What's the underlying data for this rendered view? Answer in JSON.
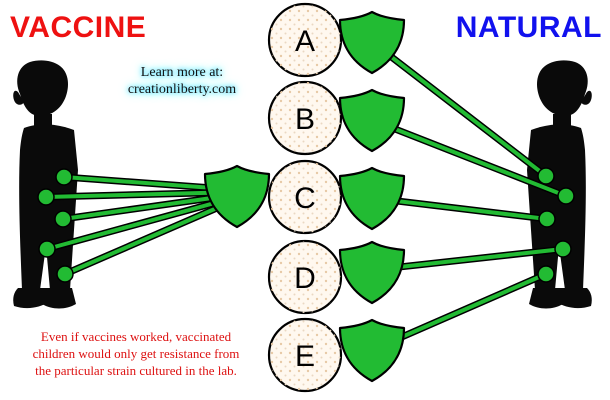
{
  "titles": {
    "vaccine": "VACCINE",
    "natural": "NATURAL"
  },
  "learn_more": {
    "line1": "Learn more at:",
    "line2": "creationliberty.com"
  },
  "caption": {
    "line1": "Even if vaccines worked, vaccinated",
    "line2": "children would only get resistance from",
    "line3": "the particular strain cultured in the lab."
  },
  "strains": [
    {
      "letter": "A"
    },
    {
      "letter": "B"
    },
    {
      "letter": "C"
    },
    {
      "letter": "D"
    },
    {
      "letter": "E"
    }
  ],
  "colors": {
    "vaccine_title": "#ee1111",
    "natural_title": "#1111ee",
    "caption": "#dd1111",
    "shield": "#22bb33",
    "link": "#22bb33",
    "silhouette": "#0a0a0a",
    "glow": "#4fe0ff"
  },
  "icons": {
    "shield": "shield-icon",
    "child": "child-silhouette-icon",
    "strain": "virus-circle-icon"
  }
}
